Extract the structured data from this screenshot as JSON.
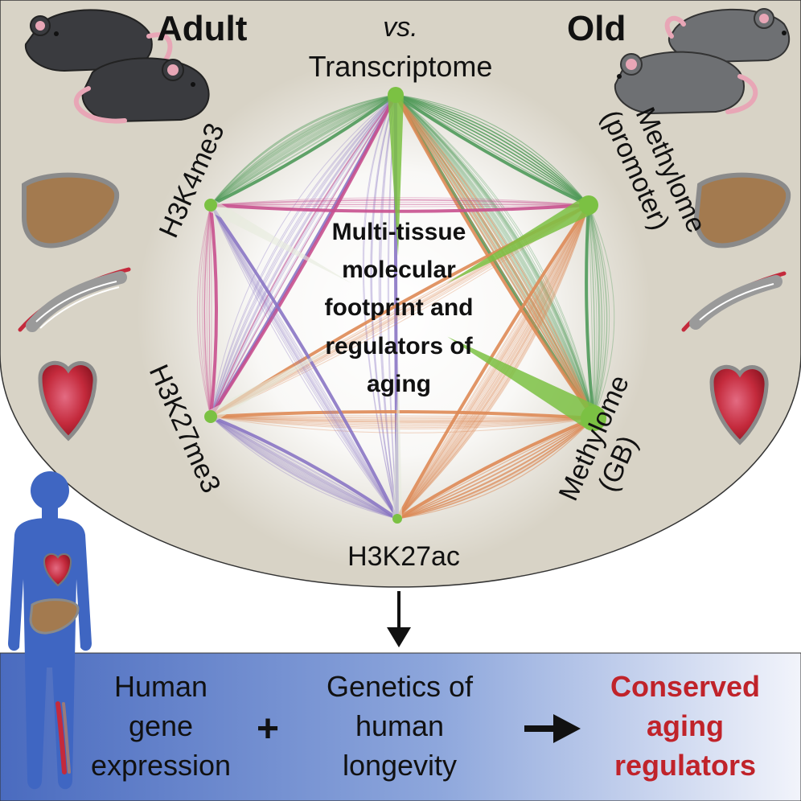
{
  "header": {
    "adult": "Adult",
    "vs": "vs.",
    "old": "Old"
  },
  "layers": {
    "transcriptome": "Transcriptome",
    "methylome_promoter_1": "Methylome",
    "methylome_promoter_2": "(promoter)",
    "methylome_gb_1": "Methylome",
    "methylome_gb_2": "(GB)",
    "h3k27ac": "H3K27ac",
    "h3k27me3": "H3K27me3",
    "h3k4me3": "H3K4me3"
  },
  "center": {
    "line1": "Multi-tissue",
    "line2": "molecular",
    "line3": "footprint and",
    "line4": "regulators of",
    "line5": "aging"
  },
  "bottom": {
    "left_1": "Human",
    "left_2": "gene",
    "left_3": "expression",
    "plus": "+",
    "mid_1": "Genetics of",
    "mid_2": "human",
    "mid_3": "longevity",
    "right_1": "Conserved",
    "right_2": "aging",
    "right_3": "regulators"
  },
  "colors": {
    "panel": "#d8d3c6",
    "green": "#4f9a5a",
    "orange": "#de8a55",
    "purple": "#8a76c4",
    "pink": "#c8508e",
    "node": "#7bc143",
    "conclusion": "#c0232a",
    "band": "#4b6cc0",
    "mouse_dark": "#3a3b3f",
    "mouse_grey": "#6e7073",
    "liver": "#a37a4f",
    "heart": "#b8202e"
  }
}
